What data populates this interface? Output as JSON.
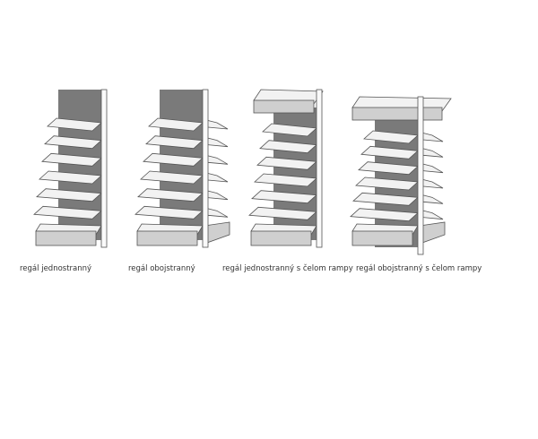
{
  "diagram": {
    "units": [
      {
        "caption": "regál jednostranný",
        "double_sided": false,
        "ramp_front": false
      },
      {
        "caption": "regál obojstranný",
        "double_sided": true,
        "ramp_front": false
      },
      {
        "caption": "regál jednostranný s čelom rampy",
        "double_sided": false,
        "ramp_front": true
      },
      {
        "caption": "regál obojstranný s čelom rampy",
        "double_sided": true,
        "ramp_front": true
      }
    ],
    "colors": {
      "panel": "#7a7a7a",
      "shelf": "#f2f2f2",
      "edge": "#555555",
      "base": "#cfcfcf"
    }
  }
}
